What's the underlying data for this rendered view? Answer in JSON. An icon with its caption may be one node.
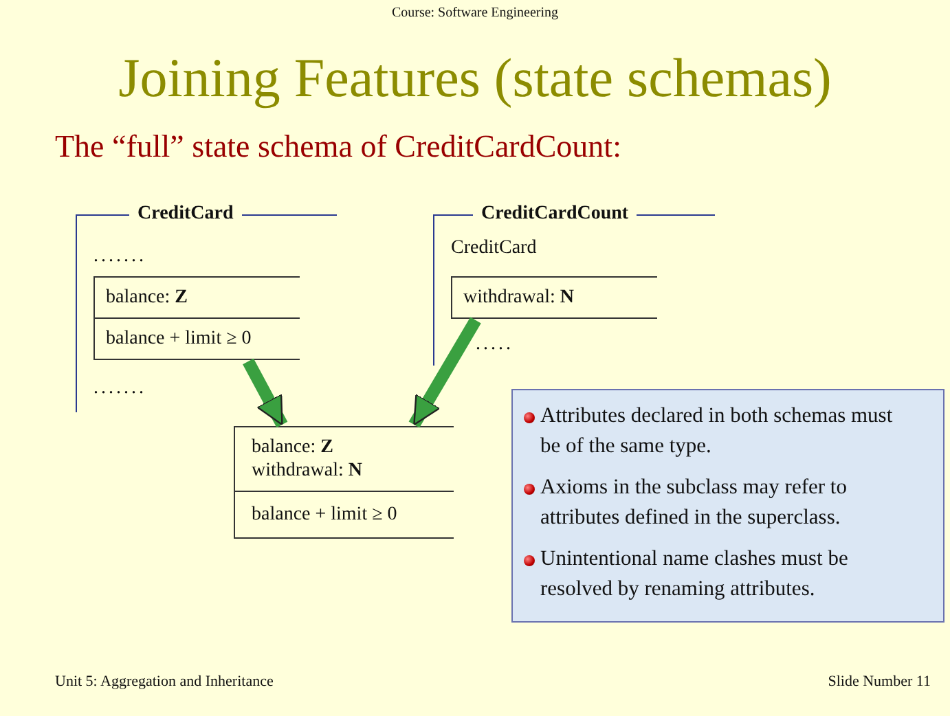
{
  "diagram": {
    "title": "Joining Features (state schemas)",
    "nodes": [
      {
        "text": [
          "CreditCard",
          ".......",
          "......."
        ]
      },
      {
        "text": [
          "balance: **Z**",
          "balance + limit ≥ 0"
        ],
        "in": 0
      },
      {
        "text": [
          "CreditCardCount",
          "CreditCard",
          "....."
        ]
      },
      {
        "text": [
          "withdrawal: **N**"
        ],
        "in": 2
      },
      {
        "text": [
          "balance: **Z**",
          "withdrawal: **N**",
          "balance + limit ≥ 0"
        ]
      },
      {
        "text": [
          "Attributes declared in both schemas must be of the same type.",
          "Axioms in the subclass may refer to attributes defined in the superclass.",
          "Unintentional name clashes must be resolved by renaming attributes."
        ]
      }
    ],
    "edges": [
      {
        "from": 1,
        "to": 4,
        "arrow": "to"
      },
      {
        "from": 3,
        "to": 4,
        "arrow": "to"
      }
    ],
    "labels": [
      "Course: Software Engineering",
      "The “full” state schema of CreditCardCount:",
      "Unit 5: Aggregation and Inheritance",
      "Slide Number 11"
    ]
  }
}
